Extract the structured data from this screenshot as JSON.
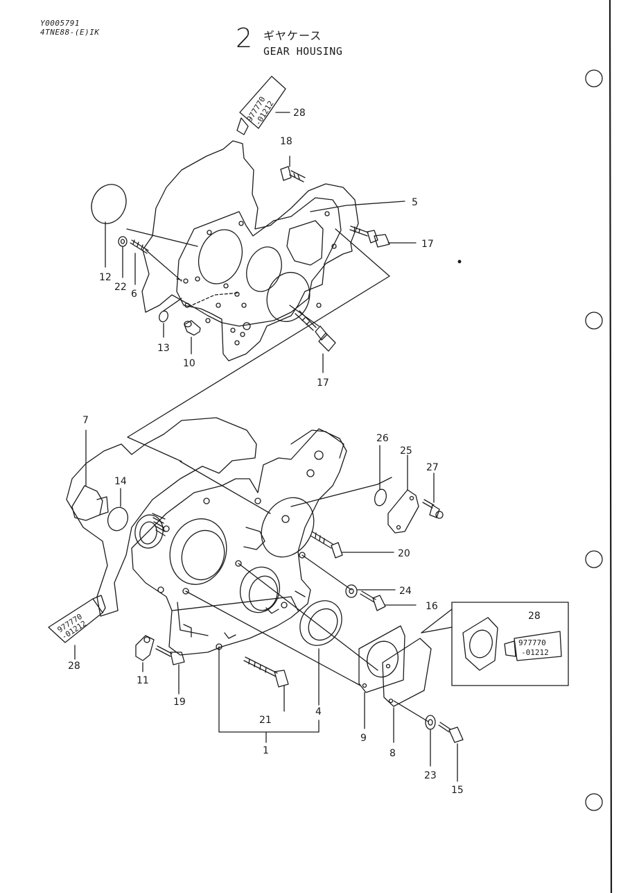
{
  "header": {
    "code_line_1": "Y0005791",
    "code_line_2": "4TNE88-(E)IK",
    "section_number": "2",
    "title_jp": "ギヤケース",
    "title_en": "GEAR HOUSING"
  },
  "sealant": {
    "line_1": "977770",
    "line_2": "-01212"
  },
  "callouts": [
    {
      "id": "c1",
      "label": "1"
    },
    {
      "id": "c4",
      "label": "4"
    },
    {
      "id": "c5",
      "label": "5"
    },
    {
      "id": "c6",
      "label": "6"
    },
    {
      "id": "c7",
      "label": "7"
    },
    {
      "id": "c8",
      "label": "8"
    },
    {
      "id": "c9",
      "label": "9"
    },
    {
      "id": "c10",
      "label": "10"
    },
    {
      "id": "c11",
      "label": "11"
    },
    {
      "id": "c12",
      "label": "12"
    },
    {
      "id": "c13",
      "label": "13"
    },
    {
      "id": "c14",
      "label": "14"
    },
    {
      "id": "c15",
      "label": "15"
    },
    {
      "id": "c16",
      "label": "16"
    },
    {
      "id": "c17a",
      "label": "17"
    },
    {
      "id": "c17b",
      "label": "17"
    },
    {
      "id": "c18",
      "label": "18"
    },
    {
      "id": "c19",
      "label": "19"
    },
    {
      "id": "c20",
      "label": "20"
    },
    {
      "id": "c21",
      "label": "21"
    },
    {
      "id": "c22",
      "label": "22"
    },
    {
      "id": "c23",
      "label": "23"
    },
    {
      "id": "c24",
      "label": "24"
    },
    {
      "id": "c25",
      "label": "25"
    },
    {
      "id": "c26",
      "label": "26"
    },
    {
      "id": "c27",
      "label": "27"
    },
    {
      "id": "c28a",
      "label": "28"
    },
    {
      "id": "c28b",
      "label": "28"
    },
    {
      "id": "c28c",
      "label": "28"
    }
  ]
}
